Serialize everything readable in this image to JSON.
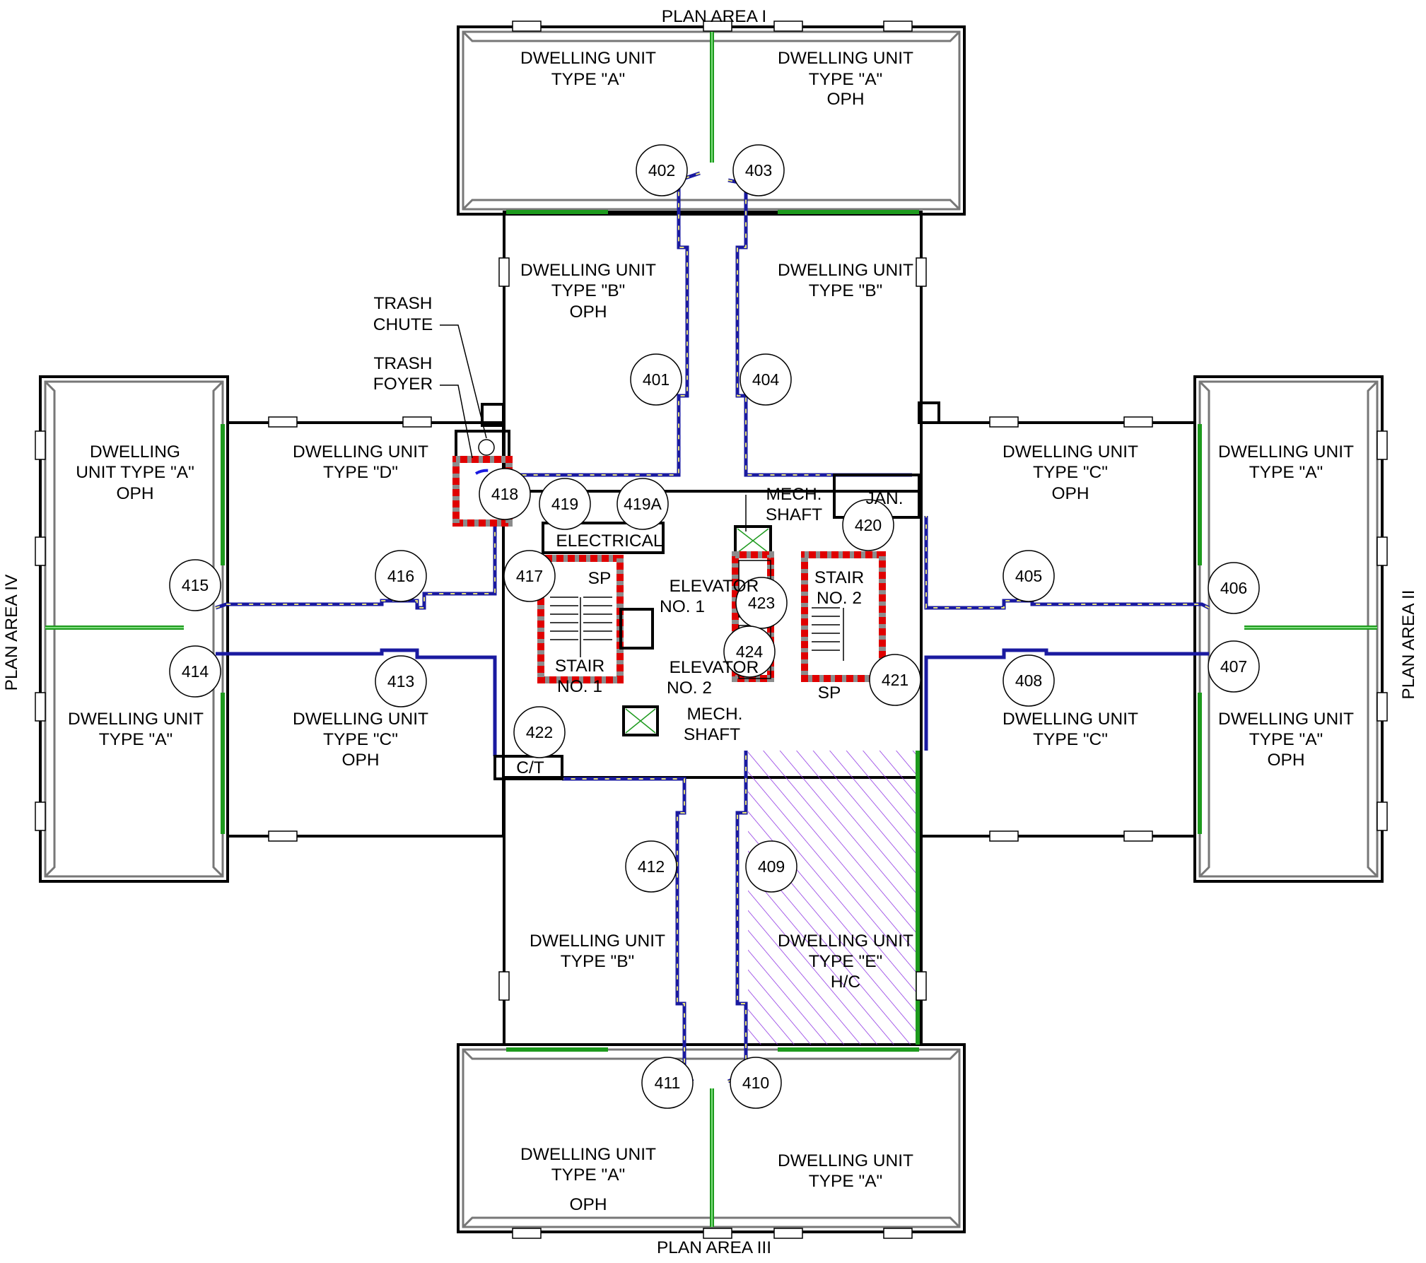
{
  "plan_areas": {
    "top": "PLAN AREA I",
    "right": "PLAN AREA II",
    "bottom": "PLAN AREA III",
    "left": "PLAN AREA IV"
  },
  "units": {
    "n_left": [
      "DWELLING UNIT",
      "TYPE \"A\""
    ],
    "n_right": [
      "DWELLING UNIT",
      "TYPE \"A\"",
      "OPH"
    ],
    "nb_left": [
      "DWELLING UNIT",
      "TYPE \"B\"",
      "OPH"
    ],
    "nb_right": [
      "DWELLING UNIT",
      "TYPE \"B\""
    ],
    "w_top": [
      "DWELLING",
      "UNIT TYPE \"A\"",
      "OPH"
    ],
    "w_d": [
      "DWELLING UNIT",
      "TYPE \"D\""
    ],
    "w_bottom": [
      "DWELLING UNIT",
      "TYPE \"A\""
    ],
    "w_c": [
      "DWELLING UNIT",
      "TYPE \"C\"",
      "OPH"
    ],
    "e_c_top": [
      "DWELLING UNIT",
      "TYPE \"C\"",
      "OPH"
    ],
    "e_top": [
      "DWELLING UNIT",
      "TYPE \"A\""
    ],
    "e_c_bottom": [
      "DWELLING UNIT",
      "TYPE \"C\""
    ],
    "e_bottom": [
      "DWELLING UNIT",
      "TYPE \"A\"",
      "OPH"
    ],
    "sb_left": [
      "DWELLING UNIT",
      "TYPE \"B\""
    ],
    "sb_right": [
      "DWELLING UNIT",
      "TYPE \"E\"",
      "H/C"
    ],
    "s_left": [
      "DWELLING UNIT",
      "TYPE \"A\"",
      "OPH"
    ],
    "s_right": [
      "DWELLING UNIT",
      "TYPE \"A\""
    ]
  },
  "rooms": {
    "trash_chute": [
      "TRASH",
      "CHUTE"
    ],
    "trash_foyer": [
      "TRASH",
      "FOYER"
    ],
    "electrical": "ELECTRICAL",
    "mech_shaft_top": [
      "MECH.",
      "SHAFT"
    ],
    "mech_shaft_bottom": [
      "MECH.",
      "SHAFT"
    ],
    "jan": "JAN.",
    "elevator_1": [
      "ELEVATOR",
      "NO. 1"
    ],
    "elevator_2": [
      "ELEVATOR",
      "NO. 2"
    ],
    "stair_1": [
      "STAIR",
      "NO. 1"
    ],
    "stair_2": [
      "STAIR",
      "NO. 2"
    ],
    "sp_1": "SP",
    "sp_2": "SP",
    "ct": "C/T"
  },
  "door_tags": {
    "d401": "401",
    "d402": "402",
    "d403": "403",
    "d404": "404",
    "d405": "405",
    "d406": "406",
    "d407": "407",
    "d408": "408",
    "d409": "409",
    "d410": "410",
    "d411": "411",
    "d412": "412",
    "d413": "413",
    "d414": "414",
    "d415": "415",
    "d416": "416",
    "d417": "417",
    "d418": "418",
    "d419": "419",
    "d419a": "419A",
    "d420": "420",
    "d421": "421",
    "d422": "422",
    "d423": "423",
    "d424": "424"
  },
  "colors": {
    "wall": "#000000",
    "corridor_wall": "#1a1aa0",
    "party_wall": "#1d9a1d",
    "fire_rated": "#e00000",
    "hatch": "#8a2be2"
  }
}
